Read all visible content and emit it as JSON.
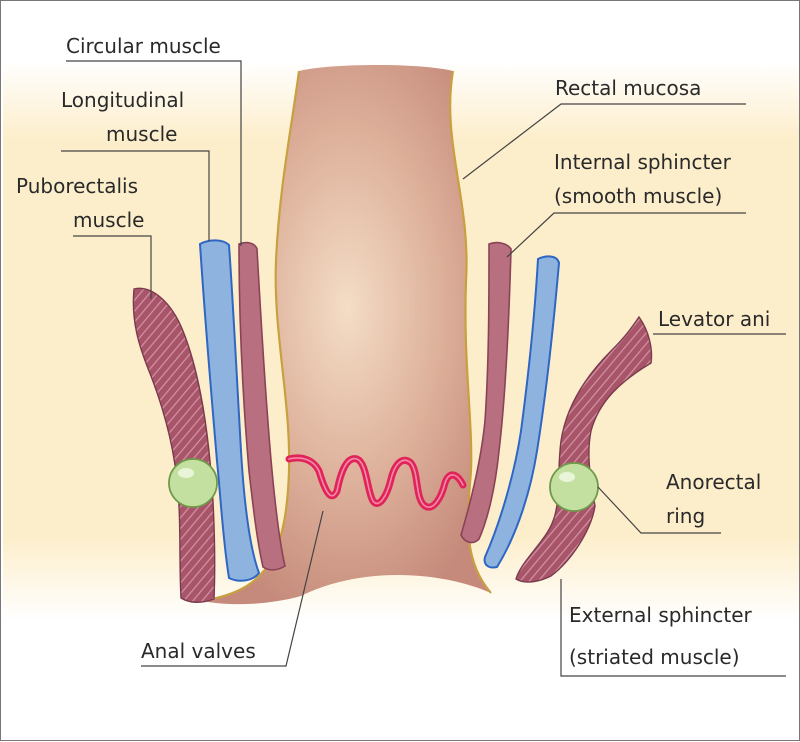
{
  "labels": {
    "circular_muscle": "Circular muscle",
    "longitudinal_muscle": [
      "Longitudinal",
      "muscle"
    ],
    "puborectalis_muscle": [
      "Puborectalis",
      "muscle"
    ],
    "rectal_mucosa": "Rectal mucosa",
    "internal_sphincter": [
      "Internal sphincter",
      "(smooth muscle)"
    ],
    "levator_ani": "Levator ani",
    "anorectal_ring": [
      "Anorectal",
      "ring"
    ],
    "external_sphincter": [
      "External sphincter",
      "(striated muscle)"
    ],
    "anal_valves": "Anal valves"
  },
  "colors": {
    "background_tissue": "#fdeecb",
    "rectum_wall": "#c98f80",
    "lumen_light": "#f3dcc4",
    "outline": "#c9a040",
    "striated_muscle": "#a8556a",
    "smooth_muscle": "#b87080",
    "longitudinal_blue": "#8fb3df",
    "anorectal_ring_green": "#c4e0a0",
    "anal_valve_red": "#e0245a"
  }
}
